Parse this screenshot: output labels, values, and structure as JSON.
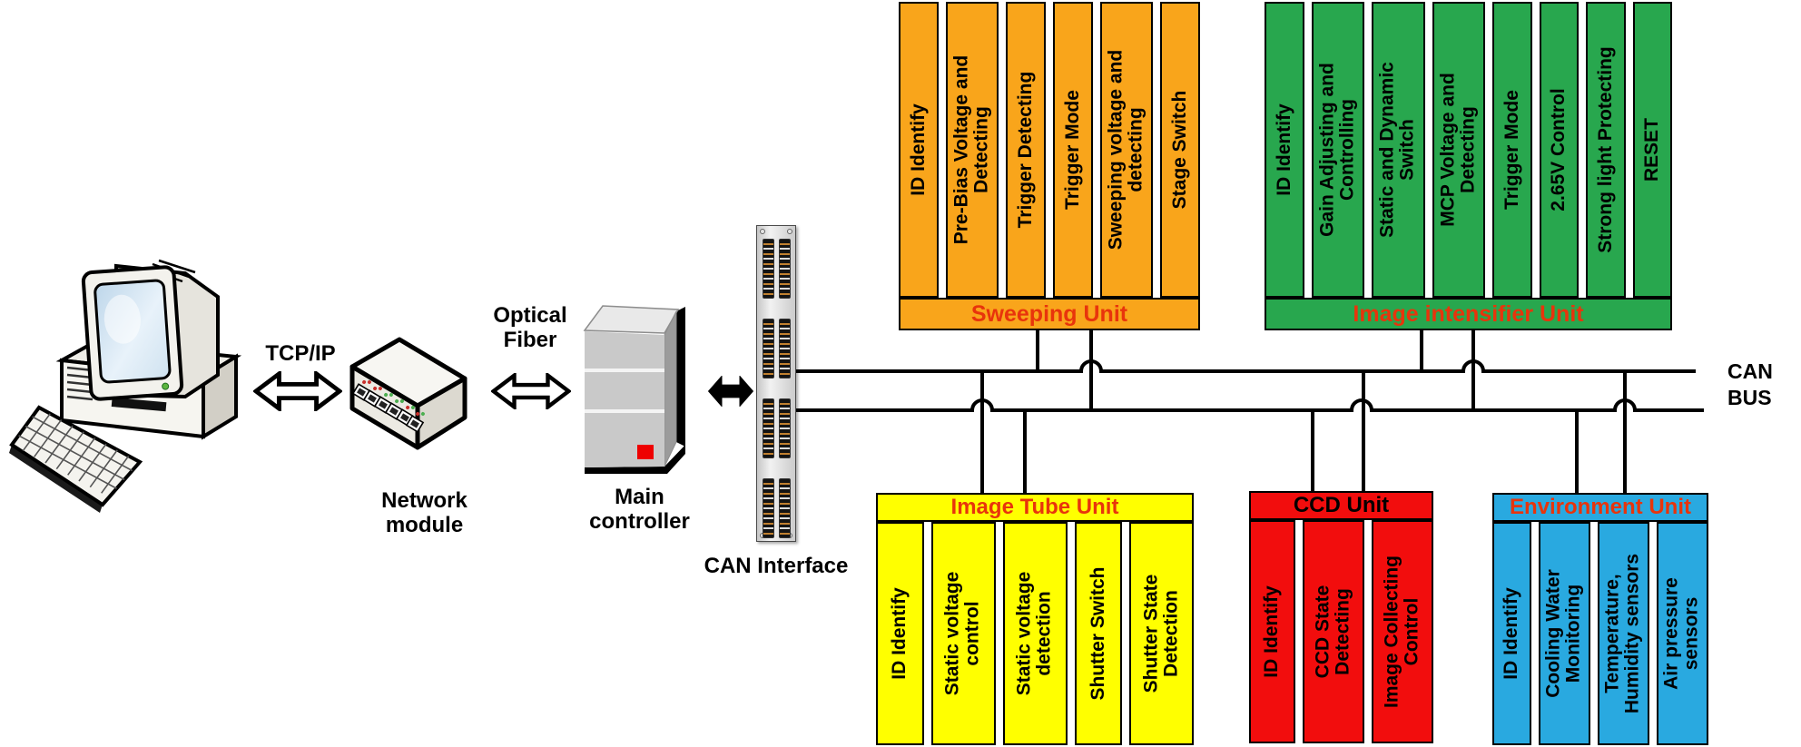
{
  "chain": {
    "tcp_ip": "TCP/IP",
    "optical_fiber": "Optical\nFiber",
    "network_module": "Network\nmodule",
    "main_controller": "Main\ncontroller",
    "can_interface": "CAN Interface",
    "can_bus": "CAN\nBUS"
  },
  "colors": {
    "bus_line": "#000000",
    "sweeping_fill": "#F9A51B",
    "intensifier_fill": "#28A74E",
    "tube_fill": "#FFFF00",
    "ccd_fill": "#F20D0D",
    "environment_fill": "#29A9E0",
    "unit_title_red": "#E8340C"
  },
  "units": [
    {
      "title": "Sweeping Unit",
      "fill": "#F9A51B",
      "title_color": "#E8340C",
      "bars": [
        "ID Identify",
        "Pre-Bias Voltage and\nDetecting",
        "Trigger Detecting",
        "Trigger Mode",
        "Sweeping voltage and\ndetecting",
        "Stage Switch"
      ]
    },
    {
      "title": "Image intensifier Unit",
      "fill": "#28A74E",
      "title_color": "#E8340C",
      "bars": [
        "ID Identify",
        "Gain Adjusting and\nControlling",
        "Static and Dynamic\nSwitch",
        "MCP Voltage and\nDetecting",
        "Trigger Mode",
        "2.65V Control",
        "Strong light Protecting",
        "RESET"
      ]
    },
    {
      "title": "Image Tube Unit",
      "fill": "#FFFF00",
      "title_color": "#E8340C",
      "bars": [
        "ID Identify",
        "Static voltage\ncontrol",
        "Static voltage\ndetection",
        "Shutter Switch",
        "Shutter State\nDetection"
      ]
    },
    {
      "title": "CCD Unit",
      "fill": "#F20D0D",
      "title_color": "#000000",
      "bars": [
        "ID Identify",
        "CCD State\nDetecting",
        "Image Collecting\nControl"
      ]
    },
    {
      "title": "Environment Unit",
      "fill": "#29A9E0",
      "title_color": "#E8340C",
      "bars": [
        "ID Identify",
        "Cooling Water\nMonitoring",
        "Temperature,\nHumidity sensors",
        "Air pressure\nsensors"
      ]
    }
  ]
}
